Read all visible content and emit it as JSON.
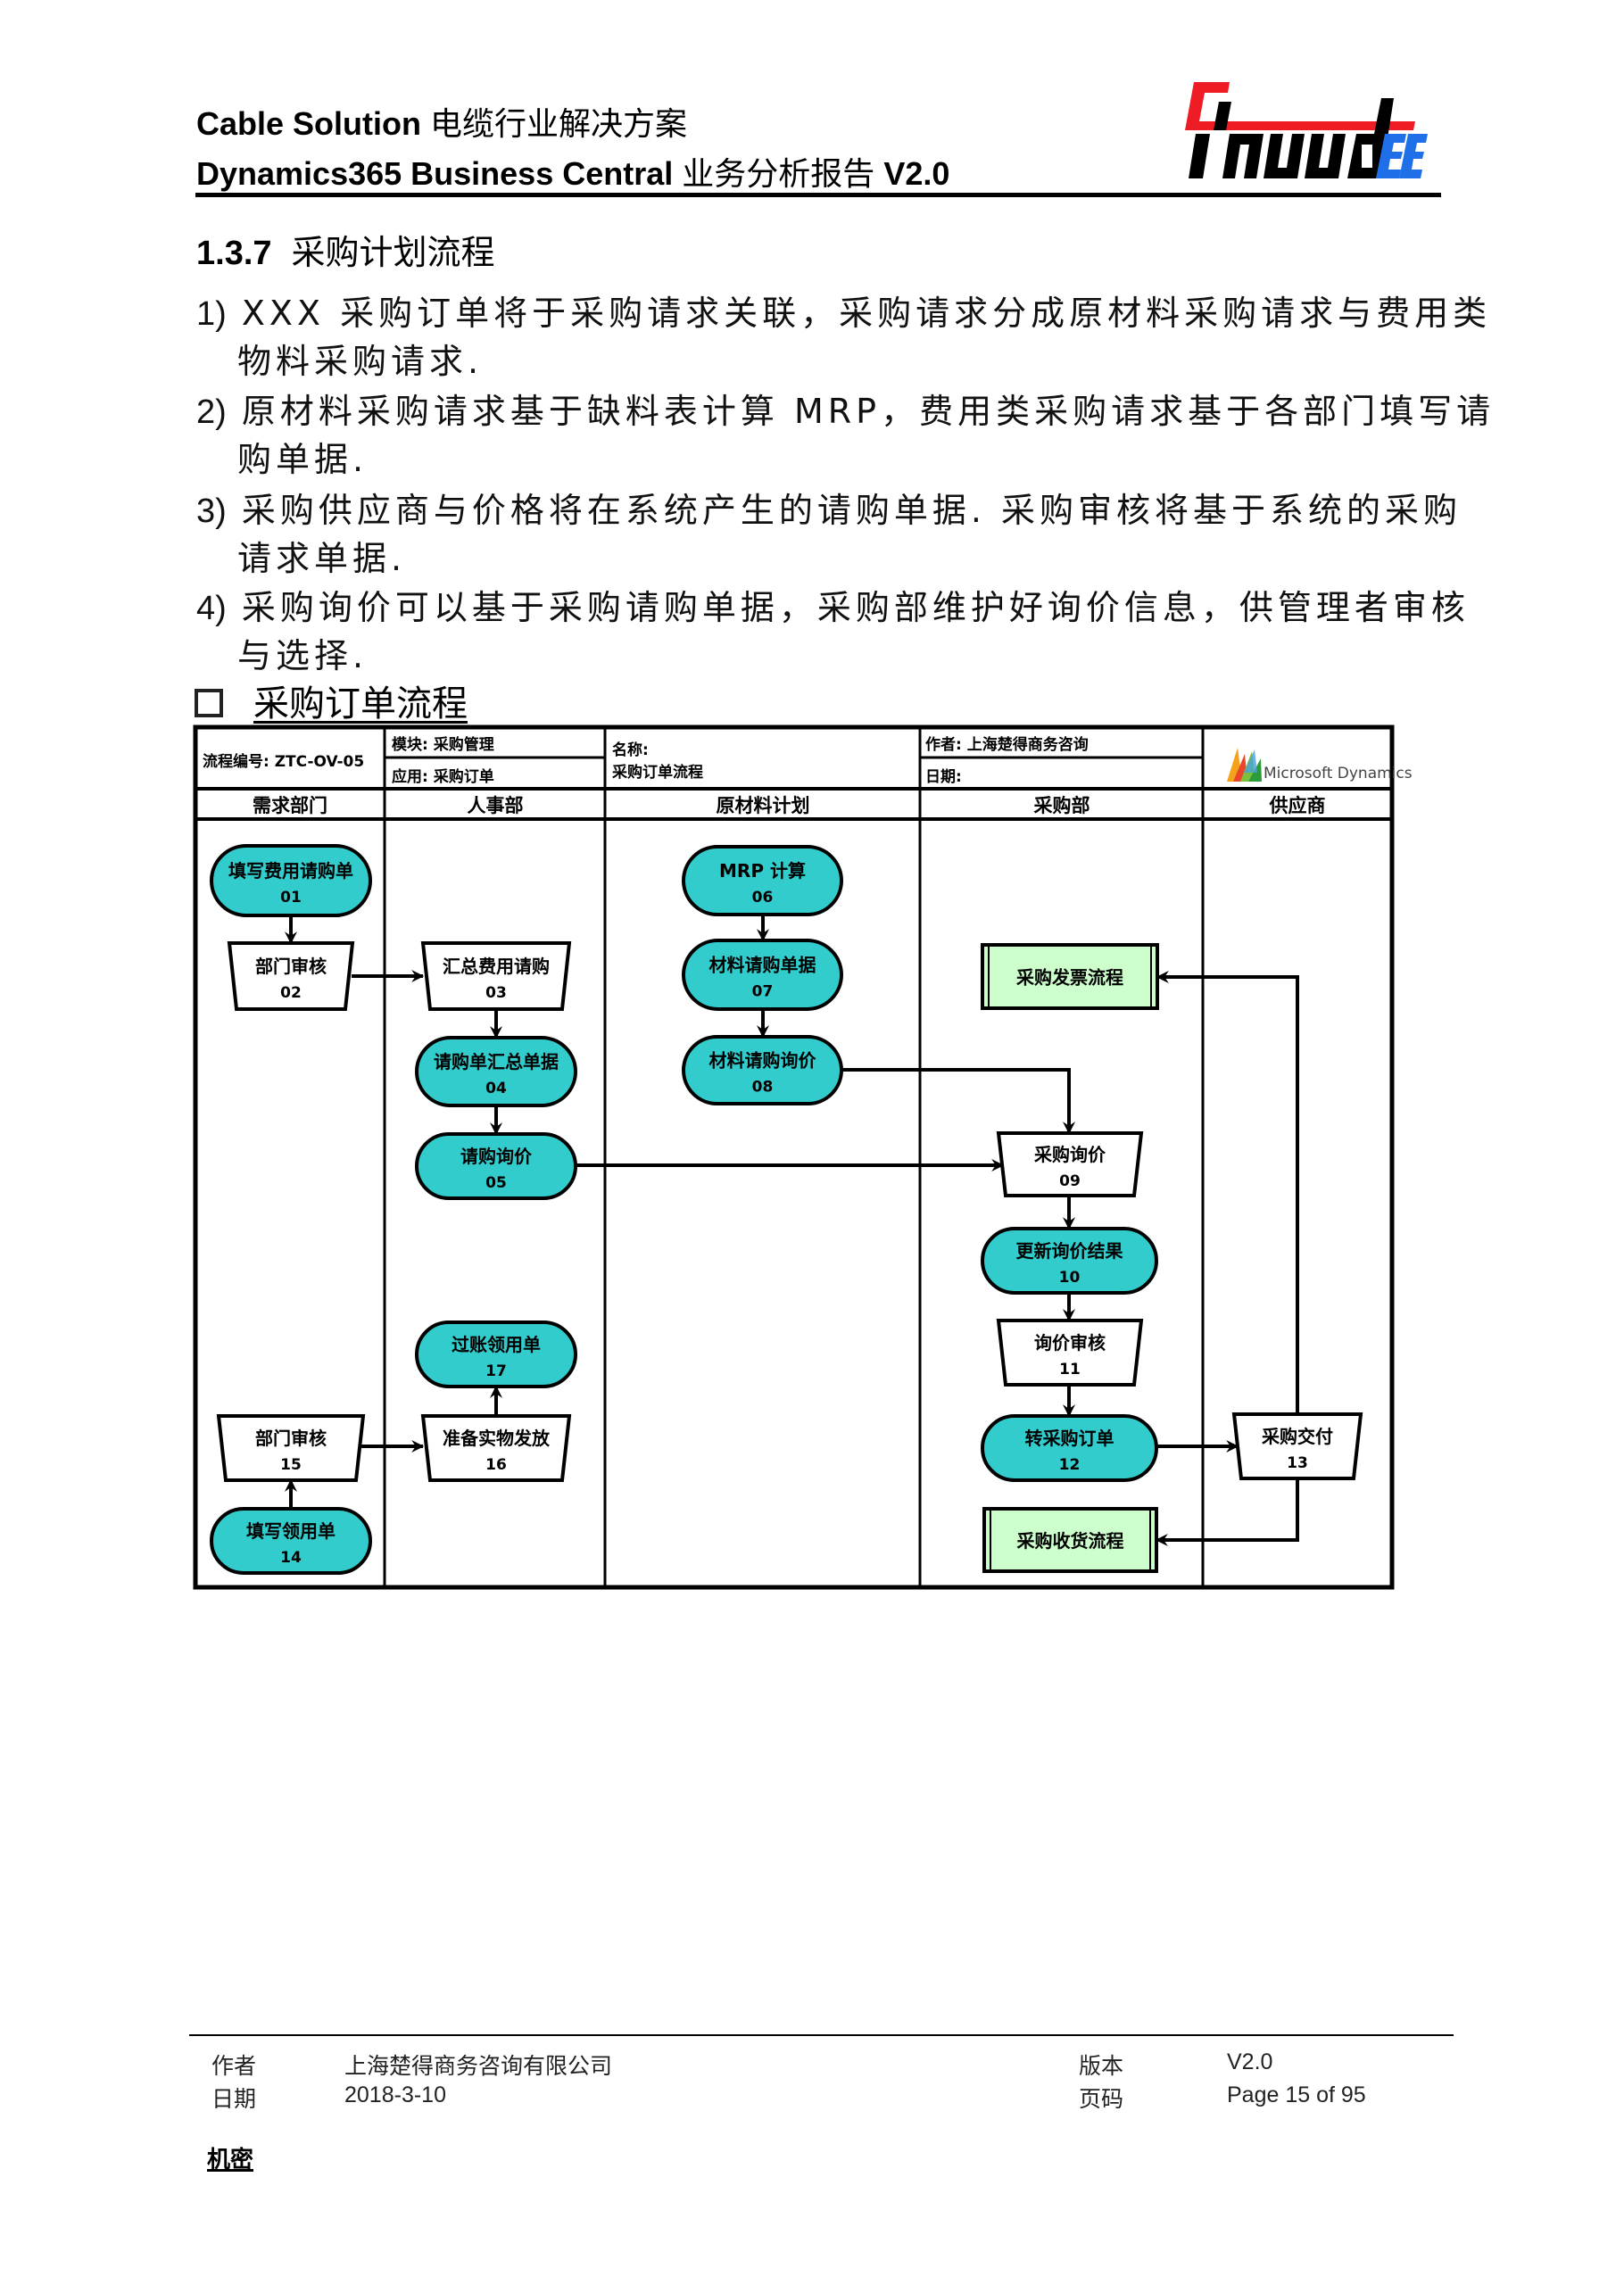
{
  "header": {
    "line1_latin": "Cable Solution",
    "line1_cn": "电缆行业解决方案",
    "line2_latin": "Dynamics365 Business Central",
    "line2_cn": "业务分析报告",
    "line2_version": "V2.0",
    "logo_text": "ChudEE",
    "colors": {
      "logo_red": "#ee1c24",
      "logo_blue": "#1e6fe8",
      "logo_black": "#000000"
    }
  },
  "section": {
    "number": "1.3.7",
    "title": "采购计划流程"
  },
  "paragraphs": [
    {
      "num": "1)",
      "line1": "XXX  采购订单将于采购请求关联，采购请求分成原材料采购请求与费用类",
      "line2": "物料采购请求."
    },
    {
      "num": "2)",
      "line1": "原材料采购请求基于缺料表计算 MRP，费用类采购请求基于各部门填写请",
      "line2": "购单据."
    },
    {
      "num": "3)",
      "line1": "采购供应商与价格将在系统产生的请购单据. 采购审核将基于系统的采购",
      "line2": "请求单据."
    },
    {
      "num": "4)",
      "line1": "采购询价可以基于采购请购单据，采购部维护好询价信息，供管理者审核",
      "line2": "与选择."
    }
  ],
  "subsection": {
    "bullet_icon": "square-bullet-icon",
    "title": "采购订单流程"
  },
  "diagram": {
    "info": {
      "flow_code": "流程编号: ZTC-OV-05",
      "module": "模块: 采购管理",
      "application": "应用: 采购订单",
      "name_label": "名称:",
      "name_value": "采购订单流程",
      "author": "作者: 上海楚得商务咨询",
      "date": "日期:",
      "brand": "Microsoft Dynamics"
    },
    "lanes": [
      "需求部门",
      "人事部",
      "原材料计划",
      "采购部",
      "供应商"
    ],
    "colors": {
      "process_fill": "#33cccc",
      "subprocess_fill": "#ccffcc",
      "line": "#000000"
    },
    "nodes": [
      {
        "id": "01",
        "label": "填写费用请购单",
        "shape": "terminal",
        "lane": 0
      },
      {
        "id": "02",
        "label": "部门审核",
        "shape": "manual",
        "lane": 0
      },
      {
        "id": "03",
        "label": "汇总费用请购",
        "shape": "manual",
        "lane": 1
      },
      {
        "id": "04",
        "label": "请购单汇总单据",
        "shape": "terminal",
        "lane": 1
      },
      {
        "id": "05",
        "label": "请购询价",
        "shape": "terminal",
        "lane": 1
      },
      {
        "id": "06",
        "label": "MRP 计算",
        "shape": "terminal",
        "lane": 2
      },
      {
        "id": "07",
        "label": "材料请购单据",
        "shape": "terminal",
        "lane": 2
      },
      {
        "id": "08",
        "label": "材料请购询价",
        "shape": "terminal",
        "lane": 2
      },
      {
        "id": "inv",
        "label": "采购发票流程",
        "shape": "subprocess",
        "lane": 3
      },
      {
        "id": "09",
        "label": "采购询价",
        "shape": "manual",
        "lane": 3
      },
      {
        "id": "10",
        "label": "更新询价结果",
        "shape": "terminal",
        "lane": 3
      },
      {
        "id": "11",
        "label": "询价审核",
        "shape": "manual",
        "lane": 3
      },
      {
        "id": "12",
        "label": "转采购订单",
        "shape": "terminal",
        "lane": 3
      },
      {
        "id": "rcv",
        "label": "采购收货流程",
        "shape": "subprocess",
        "lane": 3
      },
      {
        "id": "13",
        "label": "采购交付",
        "shape": "manual",
        "lane": 4
      },
      {
        "id": "14",
        "label": "填写领用单",
        "shape": "terminal",
        "lane": 0
      },
      {
        "id": "15",
        "label": "部门审核",
        "shape": "manual",
        "lane": 0
      },
      {
        "id": "16",
        "label": "准备实物发放",
        "shape": "manual",
        "lane": 1
      },
      {
        "id": "17",
        "label": "过账领用单",
        "shape": "terminal",
        "lane": 1
      }
    ],
    "edges": [
      [
        "01",
        "02"
      ],
      [
        "02",
        "03"
      ],
      [
        "03",
        "04"
      ],
      [
        "04",
        "05"
      ],
      [
        "05",
        "09"
      ],
      [
        "06",
        "07"
      ],
      [
        "07",
        "08"
      ],
      [
        "08",
        "09"
      ],
      [
        "09",
        "10"
      ],
      [
        "10",
        "11"
      ],
      [
        "11",
        "12"
      ],
      [
        "12",
        "13"
      ],
      [
        "13",
        "inv"
      ],
      [
        "13",
        "rcv"
      ],
      [
        "14",
        "15"
      ],
      [
        "15",
        "16"
      ],
      [
        "16",
        "17"
      ]
    ]
  },
  "footer": {
    "author_label": "作者",
    "author_value": "上海楚得商务咨询有限公司",
    "date_label": "日期",
    "date_value": "2018-3-10",
    "version_label": "版本",
    "version_value": "V2.0",
    "page_label": "页码",
    "page_value": "Page 15 of 95",
    "confidential": "机密"
  }
}
